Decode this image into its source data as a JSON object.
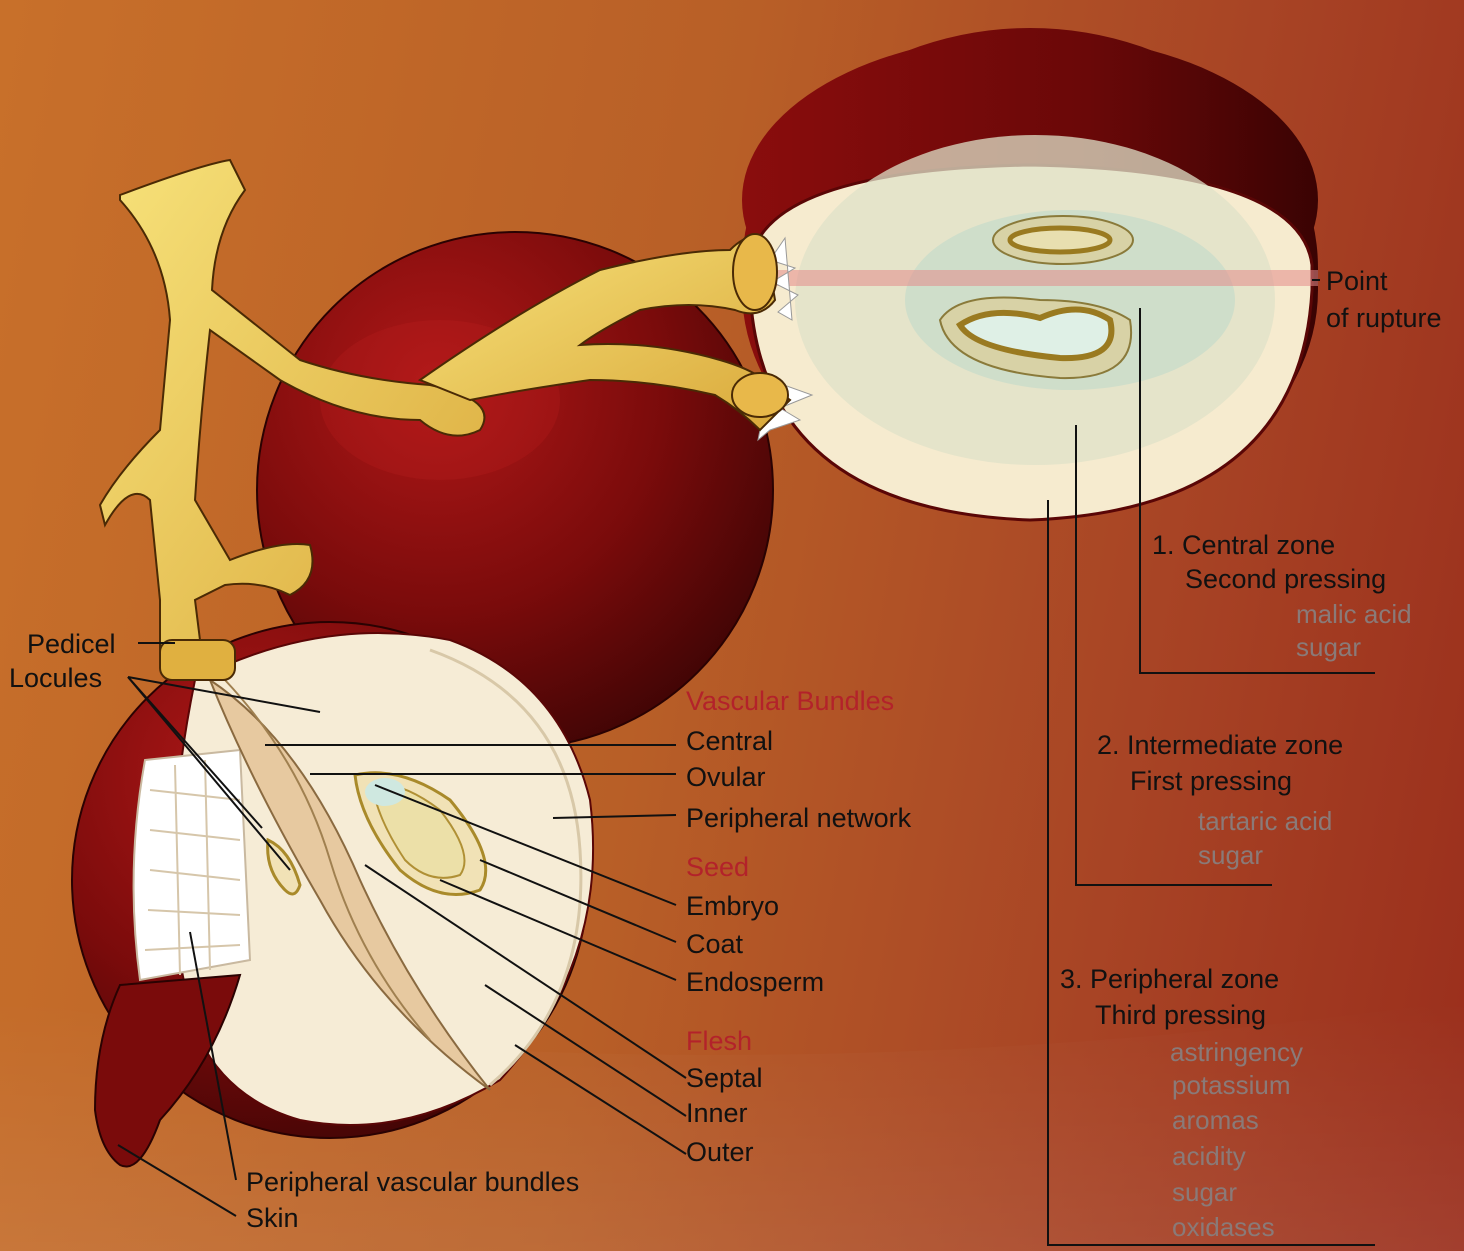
{
  "colors": {
    "background": "#c06a2a",
    "grape_skin": "#7a0b0b",
    "flesh": "#f5ead2",
    "stem": "#f0d060",
    "heading_red": "#b3222a",
    "label_dark": "#111111",
    "label_gray": "#8a7a78"
  },
  "labels": {
    "point_of_rupture": [
      "Point",
      "of rupture"
    ],
    "central_zone": {
      "title": "1. Central zone",
      "pressing": "Second pressing",
      "components": [
        "malic acid",
        "sugar"
      ]
    },
    "intermediate_zone": {
      "title": "2. Intermediate zone",
      "pressing": "First pressing",
      "components": [
        "tartaric acid",
        "sugar"
      ]
    },
    "peripheral_zone": {
      "title": "3. Peripheral zone",
      "pressing": "Third pressing",
      "components": [
        "astringency",
        "potassium",
        "aromas",
        "acidity",
        "sugar",
        "oxidases"
      ]
    },
    "pedicel": "Pedicel",
    "locules": "Locules",
    "vascular_bundles": {
      "heading": "Vascular Bundles",
      "items": [
        "Central",
        "Ovular",
        "Peripheral network"
      ]
    },
    "seed": {
      "heading": "Seed",
      "items": [
        "Embryo",
        "Coat",
        "Endosperm"
      ]
    },
    "flesh": {
      "heading": "Flesh",
      "items": [
        "Septal",
        "Inner",
        "Outer"
      ]
    },
    "peripheral_vascular_bundles": "Peripheral vascular bundles",
    "skin": "Skin"
  }
}
